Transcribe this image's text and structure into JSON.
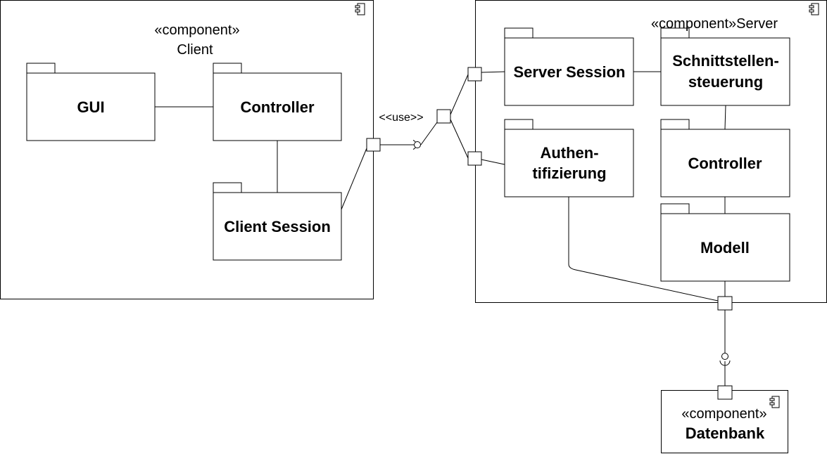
{
  "client": {
    "stereotype": "«component»",
    "name": "Client",
    "packages": {
      "gui": "GUI",
      "controller": "Controller",
      "session": "Client Session"
    }
  },
  "server": {
    "title": "«component»Server",
    "packages": {
      "session": "Server Session",
      "interface_line1": "Schnittstellen-",
      "interface_line2": "steuerung",
      "auth_line1": "Authen-",
      "auth_line2": "tifizierung",
      "controller": "Controller",
      "model": "Modell"
    }
  },
  "use_label": "<<use>>",
  "database": {
    "stereotype": "«component»",
    "name": "Datenbank"
  },
  "colors": {
    "line": "#000000",
    "background": "#ffffff"
  },
  "icons": [
    "component-icon",
    "port",
    "required-interface-socket",
    "provided-interface-ball"
  ]
}
